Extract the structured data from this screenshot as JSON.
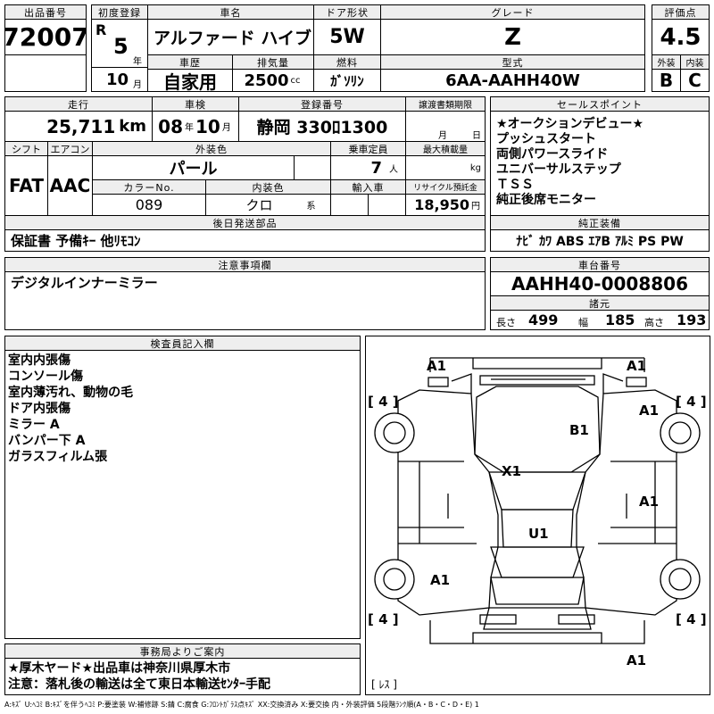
{
  "header": {
    "lot_no": {
      "label": "出品番号",
      "value": "72007"
    },
    "first_reg": {
      "label": "初度登録",
      "era": "R",
      "year": "5",
      "year_unit": "年",
      "month": "10",
      "month_unit": "月"
    },
    "car_name": {
      "label": "車名",
      "value": "アルファード ハイブリッド"
    },
    "door": {
      "label": "ドア形状",
      "value": "5W"
    },
    "grade": {
      "label": "グレード",
      "value": "Z"
    },
    "score": {
      "label": "評価点",
      "value": "4.5"
    },
    "history": {
      "label": "車歴",
      "value": "自家用"
    },
    "displacement": {
      "label": "排気量",
      "value": "2500",
      "unit": "cc"
    },
    "fuel": {
      "label": "燃料",
      "value": "ｶﾞｿﾘﾝ"
    },
    "model": {
      "label": "型式",
      "value": "6AA-AAHH40W"
    },
    "exterior": {
      "label": "外装",
      "value": "B"
    },
    "interior": {
      "label": "内装",
      "value": "C"
    }
  },
  "row2": {
    "mileage": {
      "label": "走行",
      "value": "25,711",
      "unit": "km"
    },
    "inspection": {
      "label": "車検",
      "year": "08",
      "year_unit": "年",
      "month": "10",
      "month_unit": "月"
    },
    "plate": {
      "label": "登録番号",
      "value": "静岡 330ﾛ1300"
    },
    "transfer": {
      "label": "譲渡書類期限",
      "month_unit": "月",
      "day_unit": "日"
    },
    "shift": {
      "label": "シフト",
      "value": "FAT"
    },
    "aircon": {
      "label": "エアコン",
      "value": "AAC"
    },
    "ext_color": {
      "label": "外装色",
      "value": "パール"
    },
    "capacity": {
      "label": "乗車定員",
      "value": "7",
      "unit": "人"
    },
    "max_load": {
      "label": "最大積載量",
      "unit": "kg"
    },
    "color_no": {
      "label": "カラーNo.",
      "value": "089"
    },
    "int_color": {
      "label": "内装色",
      "value": "クロ",
      "unit": "系"
    },
    "import": {
      "label": "輸入車"
    },
    "recycle": {
      "label": "リサイクル預託金",
      "value": "18,950",
      "unit": "円"
    }
  },
  "later_parts": {
    "label": "後日発送部品",
    "value": "保証書 予備ｷｰ 他ﾘﾓｺﾝ"
  },
  "sales_points": {
    "label": "セールスポイント",
    "items": [
      "★オークションデビュー★",
      "プッシュスタート",
      "両側パワースライド",
      "ユニバーサルステップ",
      "ＴＳＳ",
      "純正後席モニター"
    ]
  },
  "genuine": {
    "label": "純正装備",
    "value": "ﾅﾋﾞ ｶﾜ ABS ｴｱB ｱﾙﾐ PS PW"
  },
  "notes": {
    "label": "注意事項欄",
    "value": "デジタルインナーミラー"
  },
  "chassis": {
    "label": "車台番号",
    "value": "AAHH40-0008806"
  },
  "specs": {
    "label": "諸元",
    "length_label": "長さ",
    "length": "499",
    "width_label": "幅",
    "width": "185",
    "height_label": "高さ",
    "height": "193"
  },
  "inspector": {
    "label": "検査員記入欄",
    "lines": [
      "室内内張傷",
      "コンソール傷",
      "室内薄汚れ、動物の毛",
      "ドア内張傷",
      "ミラー A",
      "バンパー下 A",
      "ガラスフィルム張"
    ]
  },
  "office": {
    "label": "事務局よりご案内",
    "lines": [
      "★厚木ヤード★出品車は神奈川県厚木市",
      "注意：落札後の輸送は全て東日本輸送ｾﾝﾀｰ手配"
    ]
  },
  "diagram": {
    "marks": [
      "A1",
      "A1",
      "A1",
      "B1",
      "X1",
      "A1",
      "U1",
      "A1",
      "A1"
    ],
    "tires": [
      "[ 4 ]",
      "[ 4 ]",
      "[ 4 ]",
      "[ 4 ]"
    ],
    "spare": "[ ﾚｽ ]"
  },
  "legend": "A:ｷｽﾞ U:ﾍｺﾐ B:ｷｽﾞを伴うﾍｺﾐ P:要塗装 W:補修跡 S:錆 C:腐食 G:ﾌﾛﾝﾄｶﾞﾗｽ点ｷｽﾞ XX:交換済み X:要交換 内・外装評価 5段階ﾗﾝｸ順(A・B・C・D・E) 1"
}
